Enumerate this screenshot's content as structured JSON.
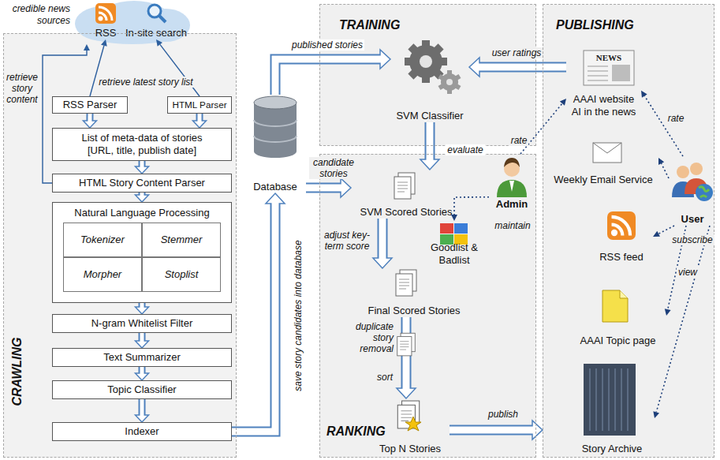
{
  "diagram": {
    "nodes": [
      {
        "text": [
          "credible news sources"
        ]
      },
      {
        "text": [
          "RSS"
        ],
        "in": 0
      },
      {
        "text": [
          "In-site search"
        ],
        "in": 0
      },
      {
        "text": [
          "CRAWLING"
        ]
      },
      {
        "text": [
          "RSS Parser"
        ],
        "in": 3
      },
      {
        "text": [
          "HTML Parser"
        ],
        "in": 3
      },
      {
        "text": [
          "List of meta-data of stories [URL, title, publish date]"
        ],
        "in": 3
      },
      {
        "text": [
          "HTML Story Content Parser"
        ],
        "in": 3
      },
      {
        "text": [
          "Natural Language Processing"
        ],
        "in": 3
      },
      {
        "text": [
          "Tokenizer"
        ],
        "in": 8
      },
      {
        "text": [
          "Stemmer"
        ],
        "in": 8
      },
      {
        "text": [
          "Morpher"
        ],
        "in": 8
      },
      {
        "text": [
          "Stoplist"
        ],
        "in": 8
      },
      {
        "text": [
          "N-gram Whitelist Filter"
        ],
        "in": 3
      },
      {
        "text": [
          "Text Summarizer"
        ],
        "in": 3
      },
      {
        "text": [
          "Topic Classifier"
        ],
        "in": 3
      },
      {
        "text": [
          "Indexer"
        ],
        "in": 3
      },
      {
        "text": [
          "Database"
        ]
      },
      {
        "text": [
          "TRAINING"
        ]
      },
      {
        "text": [
          "SVM Classifier"
        ],
        "in": 18
      },
      {
        "text": [
          "RANKING"
        ]
      },
      {
        "text": [
          "SVM Scored Stories"
        ],
        "in": 20
      },
      {
        "text": [
          "Goodlist & Badlist"
        ],
        "in": 20
      },
      {
        "text": [
          "Final Scored Stories"
        ],
        "in": 20
      },
      {
        "text": [
          "Top N Stories"
        ],
        "in": 20
      },
      {
        "text": [
          "Admin"
        ]
      },
      {
        "text": [
          "PUBLISHING"
        ]
      },
      {
        "text": [
          "AAAI website AI in the news"
        ],
        "in": 26
      },
      {
        "text": [
          "Weekly Email Service"
        ],
        "in": 26
      },
      {
        "text": [
          "RSS feed"
        ],
        "in": 26
      },
      {
        "text": [
          "AAAI Topic page"
        ],
        "in": 26
      },
      {
        "text": [
          "Story Archive"
        ],
        "in": 26
      },
      {
        "text": [
          "User"
        ],
        "in": 26
      }
    ],
    "edges": [
      {
        "from": 4,
        "to": 1,
        "arrow": "to",
        "label": "retrieve latest story list"
      },
      {
        "from": 5,
        "to": 2,
        "arrow": "to"
      },
      {
        "from": 7,
        "to": 0,
        "arrow": "to",
        "label": "retrieve story content"
      },
      {
        "from": 4,
        "to": 6,
        "arrow": "to"
      },
      {
        "from": 5,
        "to": 6,
        "arrow": "to"
      },
      {
        "from": 6,
        "to": 7,
        "arrow": "to"
      },
      {
        "from": 7,
        "to": 8,
        "arrow": "to"
      },
      {
        "from": 8,
        "to": 13,
        "arrow": "to"
      },
      {
        "from": 13,
        "to": 14,
        "arrow": "to"
      },
      {
        "from": 14,
        "to": 15,
        "arrow": "to"
      },
      {
        "from": 15,
        "to": 16,
        "arrow": "to"
      },
      {
        "from": 16,
        "to": 17,
        "arrow": "to",
        "label": "save story candidates into database"
      },
      {
        "from": 17,
        "to": 19,
        "arrow": "to",
        "label": "published stories"
      },
      {
        "from": 27,
        "to": 19,
        "arrow": "to",
        "label": "user ratings"
      },
      {
        "from": 19,
        "to": 21,
        "arrow": "to",
        "label": "evaluate"
      },
      {
        "from": 17,
        "to": 21,
        "arrow": "to",
        "label": "candidate stories"
      },
      {
        "from": 21,
        "to": 23,
        "arrow": "to",
        "label": "adjust key-term score"
      },
      {
        "from": 25,
        "to": 27,
        "arrow": "to",
        "label": "rate"
      },
      {
        "from": 25,
        "to": 22,
        "arrow": "to",
        "label": "maintain"
      },
      {
        "from": 23,
        "to": 24,
        "arrow": "to",
        "label": "duplicate story removal"
      },
      {
        "from": 24,
        "to": 26,
        "arrow": "to",
        "label": "publish"
      },
      {
        "from": 32,
        "to": 27,
        "arrow": "to",
        "label": "rate"
      },
      {
        "from": 32,
        "to": 28,
        "arrow": "to"
      },
      {
        "from": 32,
        "to": 29,
        "arrow": "to",
        "label": "subscribe"
      },
      {
        "from": 32,
        "to": 30,
        "arrow": "to",
        "label": "view"
      },
      {
        "from": 32,
        "to": 31,
        "arrow": "to"
      }
    ],
    "labels": [
      "sort",
      "NEWS"
    ]
  }
}
